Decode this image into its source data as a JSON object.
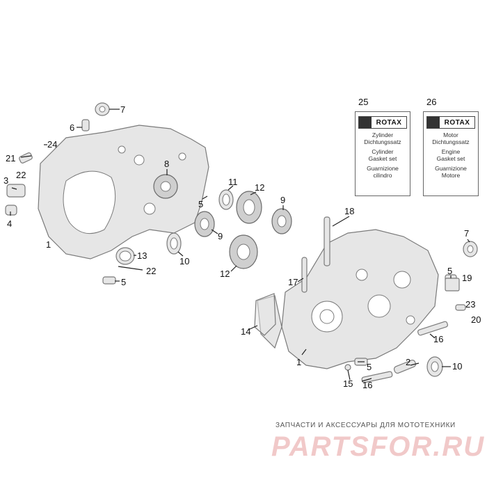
{
  "callouts": {
    "c1a": "1",
    "c1b": "1",
    "c2": "2",
    "c3": "3",
    "c4": "4",
    "c5a": "5",
    "c5b": "5",
    "c5c": "5",
    "c5d": "5",
    "c6": "6",
    "c7a": "7",
    "c7b": "7",
    "c8": "8",
    "c9a": "9",
    "c9b": "9",
    "c10a": "10",
    "c10b": "10",
    "c11": "11",
    "c12a": "12",
    "c12b": "12",
    "c13": "13",
    "c14": "14",
    "c15": "15",
    "c16a": "16",
    "c16b": "16",
    "c17": "17",
    "c18": "18",
    "c19": "19",
    "c20": "20",
    "c21": "21",
    "c22a": "22",
    "c22b": "22",
    "c23": "23",
    "c24": "24"
  },
  "kits": [
    {
      "number": "25",
      "brand": "ROTAX",
      "lines": [
        "Zylinder",
        "Dichtungssatz",
        "Cylinder",
        "Gasket set",
        "Guarnizione",
        "cilindro"
      ]
    },
    {
      "number": "26",
      "brand": "ROTAX",
      "lines": [
        "Motor",
        "Dichtungssatz",
        "Engine",
        "Gasket set",
        "Guarnizione",
        "Motore"
      ]
    }
  ],
  "footer": {
    "tagline": "ЗАПЧАСТИ И АКСЕССУАРЫ ДЛЯ МОТОТЕХНИКИ",
    "logo": "PARTSFOR.RU"
  },
  "colors": {
    "part": "#e6e6e6",
    "outline": "#7a7a7a",
    "logo": "#f1c9c9"
  }
}
